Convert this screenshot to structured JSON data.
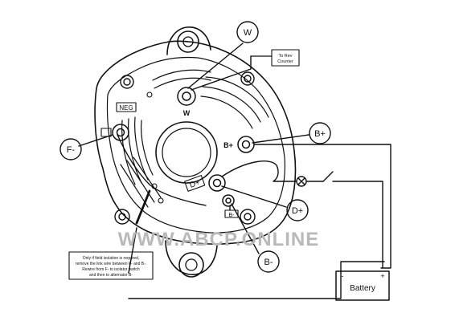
{
  "callouts": {
    "w": "W",
    "f_minus": "F-",
    "b_plus": "B+",
    "d_plus": "D+",
    "b_minus": "B-"
  },
  "terminal_marks": {
    "w": "W",
    "neg": "NEG",
    "b_plus": "B+",
    "d_plus": "D+",
    "b_minus": "B-"
  },
  "rev_counter_note": [
    "To Rev",
    "Counter"
  ],
  "isolation_note": [
    "Only if field isolation is required,",
    "remove the link wire between F- and B-.",
    "Rewire from F- to isolator switch",
    "and then to alternator B-"
  ],
  "battery": {
    "label": "Battery",
    "minus": "-",
    "plus": "+"
  },
  "watermark": "WWW.ABCP.ONLINE"
}
